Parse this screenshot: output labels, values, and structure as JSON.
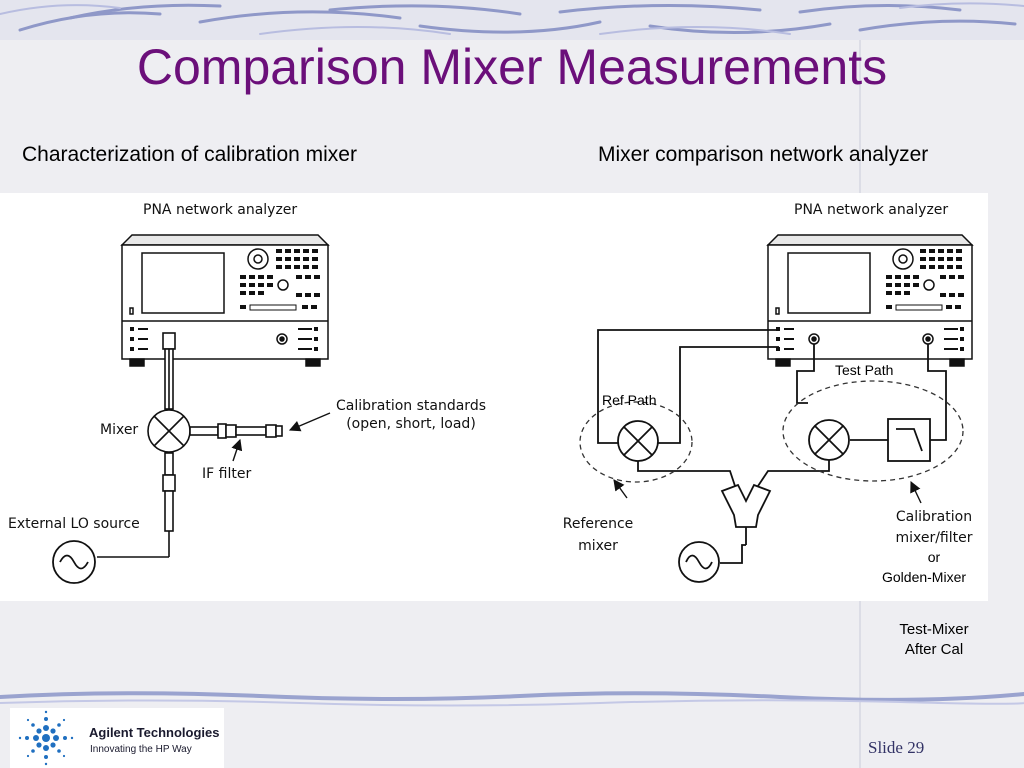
{
  "slide": {
    "title": "Comparison Mixer Measurements",
    "left_subtitle": "Characterization of calibration mixer",
    "right_subtitle": "Mixer comparison network analyzer",
    "slide_number": "Slide 29"
  },
  "left_diagram": {
    "analyzer_label": "PNA network analyzer",
    "mixer_label": "Mixer",
    "cal_standards_label": [
      "Calibration standards",
      "(open, short, load)"
    ],
    "if_filter_label": "IF filter",
    "lo_source_label": "External LO source"
  },
  "right_diagram": {
    "analyzer_label": "PNA network analyzer",
    "test_path_label": "Test Path",
    "ref_path_label": "Ref Path",
    "reference_mixer_label": [
      "Reference",
      "mixer"
    ],
    "cal_mixer_label": [
      "Calibration",
      "mixer/filter"
    ],
    "or_label": "or",
    "golden_mixer_label": "Golden-Mixer"
  },
  "note": {
    "lines": [
      "Test-Mixer",
      "After Cal"
    ]
  },
  "logo": {
    "company": "Agilent Technologies",
    "tagline": "Innovating the HP Way",
    "accent_color": "#1f6fc0"
  },
  "colors": {
    "title": "#6b0f7a",
    "background": "#eeeef2",
    "wave": "#9aa3cf"
  }
}
